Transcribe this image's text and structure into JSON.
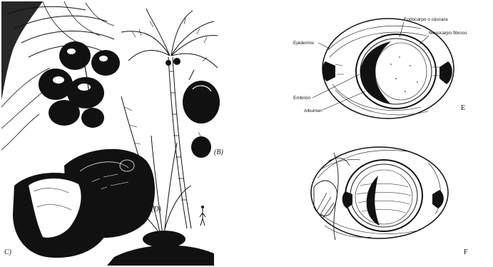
{
  "panels": {
    "c": "C)",
    "b": "(B)",
    "d": "(D)",
    "e": "E",
    "f": "F"
  },
  "labels": {
    "endocarp": "Endocarpo o cáscara",
    "mesocarp": "Mesocarpo fibroso",
    "epidermis": "Epidermis",
    "embryo": "Embrión",
    "albumen": "Albumen"
  },
  "colors": {
    "ink": "#111111",
    "paper": "#ffffff"
  }
}
